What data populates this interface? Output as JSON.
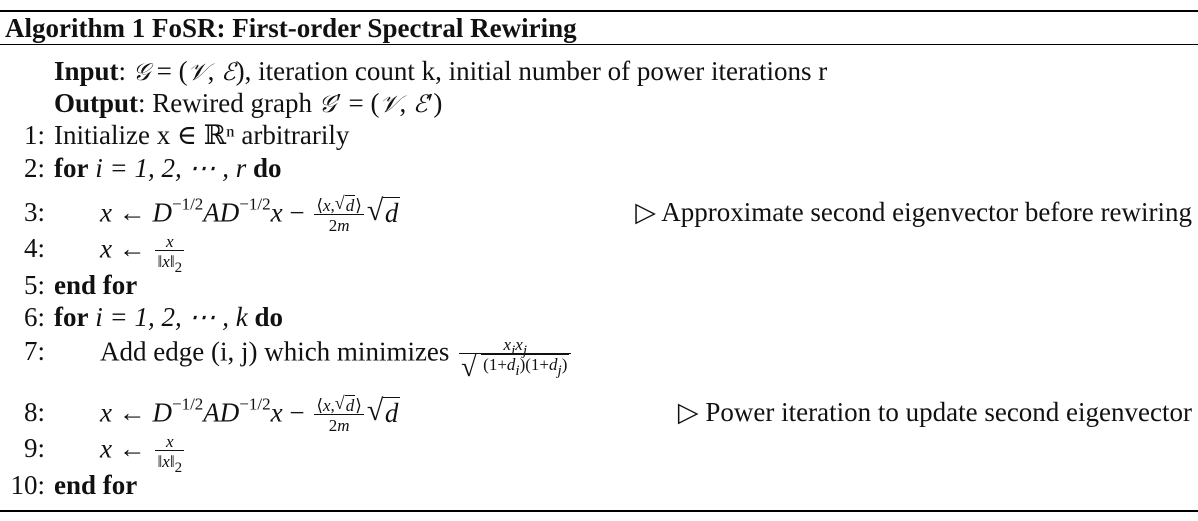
{
  "algorithm": {
    "title": "Algorithm 1 FoSR: First-order Spectral Rewiring",
    "input_label": "Input",
    "input_text": ", iteration count k, initial number of power iterations r",
    "output_label": "Output",
    "output_text": ": Rewired graph",
    "lines": [
      {
        "num": "1:",
        "text": "Initialize x ∈ ℝⁿ arbitrarily"
      },
      {
        "num": "2:",
        "kw1": "for",
        "expr": "i = 1, 2, ⋯ , r",
        "kw2": "do"
      },
      {
        "num": "3:",
        "comment": "▷ Approximate second eigenvector before rewiring"
      },
      {
        "num": "4:"
      },
      {
        "num": "5:",
        "kw1": "end for"
      },
      {
        "num": "6:",
        "kw1": "for",
        "expr": "i = 1, 2, ⋯ , k",
        "kw2": "do"
      },
      {
        "num": "7:",
        "text": "Add edge (i, j) which minimizes"
      },
      {
        "num": "8:",
        "comment": "▷ Power iteration to update second eigenvector"
      },
      {
        "num": "9:"
      },
      {
        "num": "10:",
        "kw1": "end for"
      }
    ]
  }
}
